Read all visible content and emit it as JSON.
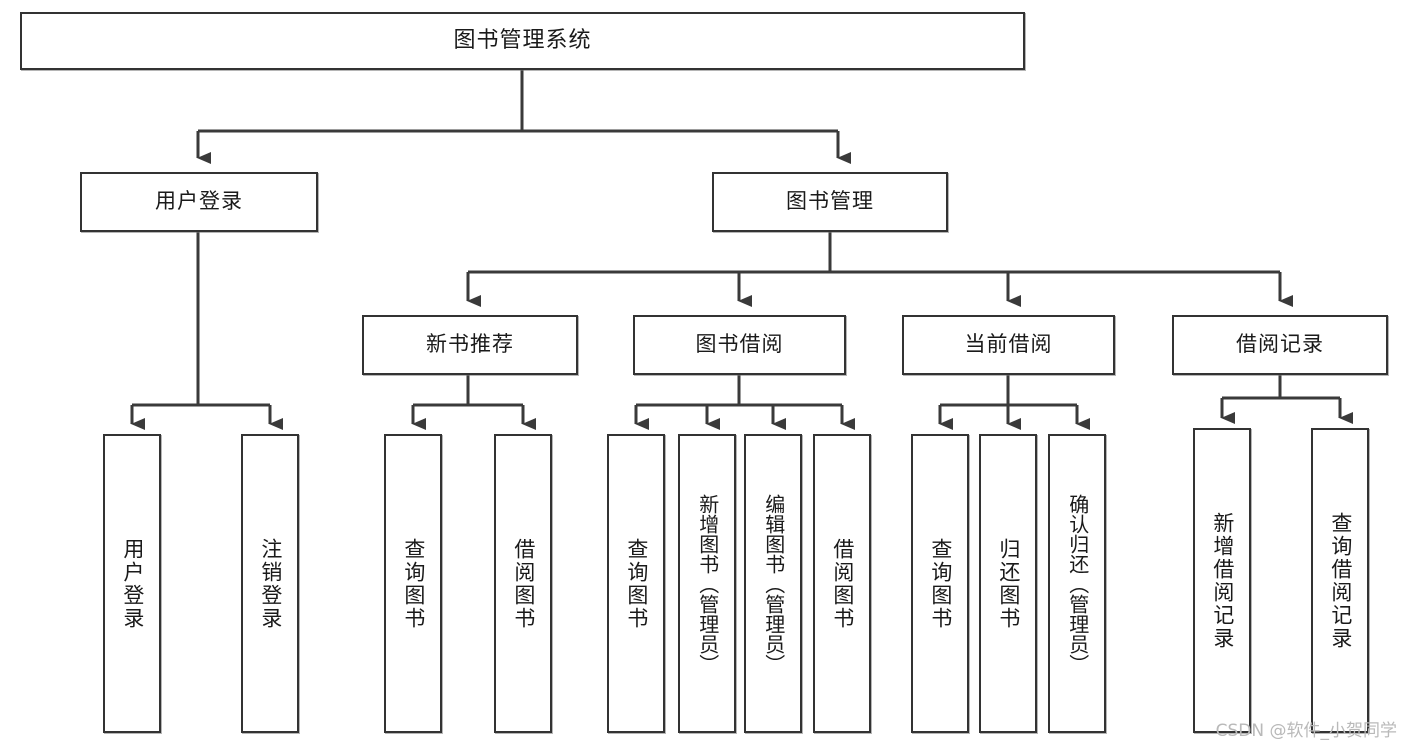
{
  "diagram": {
    "title": "图书管理系统",
    "type": "hierarchy-tree",
    "orientation": "top-down",
    "colors": {
      "background": "#ffffff",
      "box_border": "#333333",
      "box_fill": "#ffffff",
      "connector": "#3a3a3a",
      "text": "#1a1a1a",
      "watermark": "#b9b9b9"
    }
  },
  "root": {
    "label": "图书管理系统"
  },
  "level2": [
    {
      "label": "用户登录"
    },
    {
      "label": "图书管理"
    }
  ],
  "level3": [
    {
      "label": "新书推荐"
    },
    {
      "label": "图书借阅"
    },
    {
      "label": "当前借阅"
    },
    {
      "label": "借阅记录"
    }
  ],
  "leaves": {
    "user_login": [
      {
        "label": "用户登录"
      },
      {
        "label": "注销登录"
      }
    ],
    "new_book": [
      {
        "label": "查询图书"
      },
      {
        "label": "借阅图书"
      }
    ],
    "book_borrow": [
      {
        "label": "查询图书"
      },
      {
        "label": "新增图书（管理员）"
      },
      {
        "label": "编辑图书（管理员）"
      },
      {
        "label": "借阅图书"
      }
    ],
    "current_borrow": [
      {
        "label": "查询图书"
      },
      {
        "label": "归还图书"
      },
      {
        "label": "确认归还（管理员）"
      }
    ],
    "borrow_record": [
      {
        "label": "新增借阅记录"
      },
      {
        "label": "查询借阅记录"
      }
    ]
  },
  "watermark": {
    "text": "CSDN @软件_小贺同学"
  }
}
